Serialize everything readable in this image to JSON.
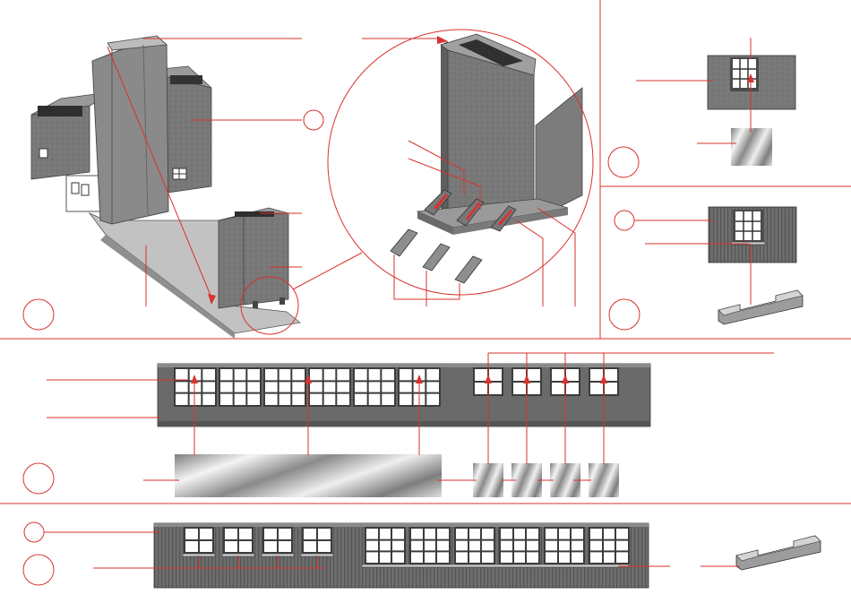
{
  "colors": {
    "accent": "#d9322e",
    "wall": "#7a7a7a",
    "wall_dark": "#5a5a5a",
    "wall_light": "#a9a9a9",
    "window_frame": "#3c3c3c",
    "glass": "#ffffff"
  },
  "icons": {
    "step_marker": "circle-outline",
    "glazing": "diagonal-striped-glass-sheet",
    "sill": "stepped-sill-block"
  },
  "sections": [
    {
      "id": "step-a",
      "content": "assembled-building-with-walls-and-floor"
    },
    {
      "id": "step-b",
      "content": "detail-zoom-tower-with-pegs"
    },
    {
      "id": "step-c",
      "content": "single-window-glazing"
    },
    {
      "id": "step-d",
      "content": "window-with-sill-block"
    },
    {
      "id": "step-e",
      "content": "long-wall-with-glazing-strips"
    },
    {
      "id": "step-f",
      "content": "ribbed-wall-with-sills"
    }
  ]
}
